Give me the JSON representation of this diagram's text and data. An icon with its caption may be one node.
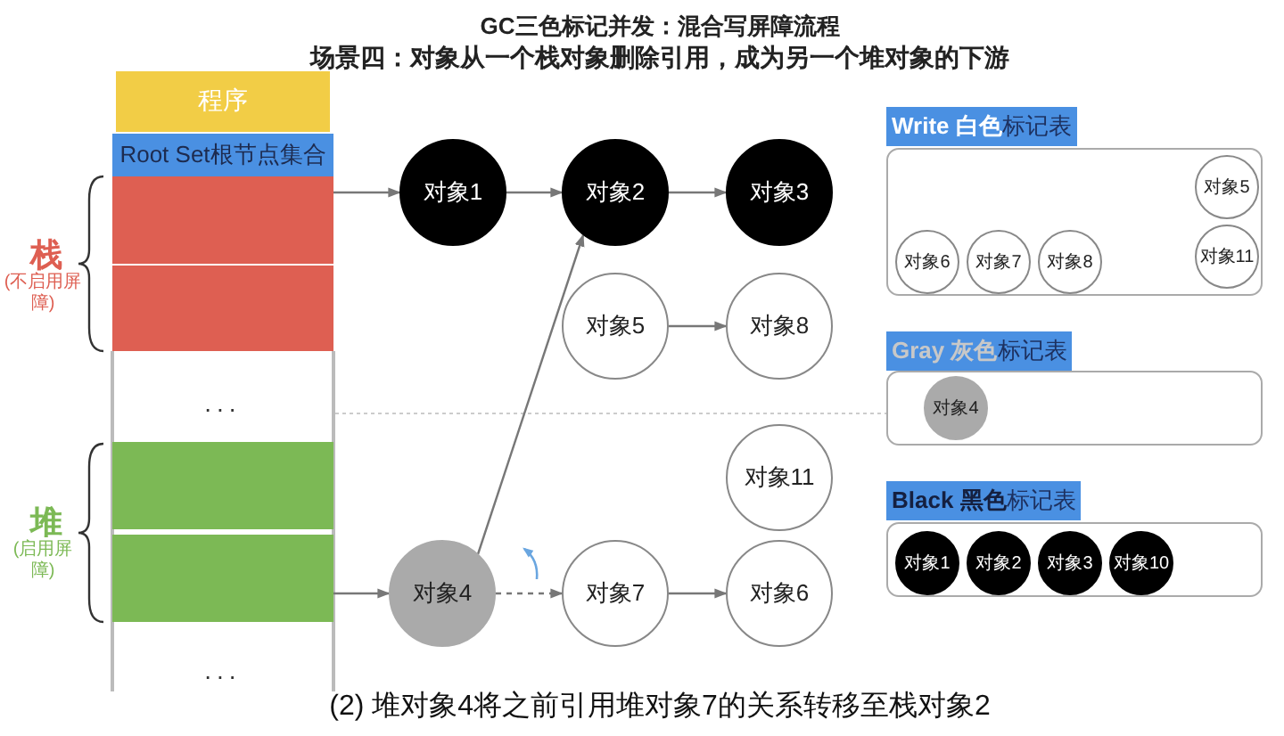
{
  "diagram": {
    "title": "GC三色标记并发：混合写屏障流程",
    "caption": "(2) 堆对象4将之前引用堆对象7的关系转移至栈对象2",
    "nodes": [
      {
        "text": [
          "程序"
        ]
      },
      {
        "text": [
          "Root Set根节点集合"
        ]
      },
      {
        "text": [],
        "shape": "box"
      },
      {
        "text": [],
        "shape": "box"
      },
      {
        "text": [],
        "shape": "box"
      },
      {
        "text": [],
        "shape": "box"
      },
      {
        "text": [
          "对象1"
        ]
      },
      {
        "text": [
          "对象2"
        ]
      },
      {
        "text": [
          "对象3"
        ]
      },
      {
        "text": [
          "对象5"
        ]
      },
      {
        "text": [
          "对象8"
        ]
      },
      {
        "text": [
          "对象11"
        ]
      },
      {
        "text": [
          "对象4"
        ]
      },
      {
        "text": [
          "对象7"
        ]
      },
      {
        "text": [
          "对象6"
        ]
      },
      {
        "text": [
          "**Write 白色**标记表"
        ]
      },
      {
        "text": [],
        "shape": "box"
      },
      {
        "text": [
          "对象5"
        ],
        "in": 16
      },
      {
        "text": [
          "对象6"
        ],
        "in": 16
      },
      {
        "text": [
          "对象7"
        ],
        "in": 16
      },
      {
        "text": [
          "对象8"
        ],
        "in": 16
      },
      {
        "text": [
          "对象11"
        ],
        "in": 16
      },
      {
        "text": [
          "**Gray 灰色**标记表"
        ]
      },
      {
        "text": [],
        "shape": "box"
      },
      {
        "text": [
          "对象4"
        ],
        "in": 23
      },
      {
        "text": [
          "**Black 黑色**标记表"
        ]
      },
      {
        "text": [],
        "shape": "box"
      },
      {
        "text": [
          "对象1"
        ],
        "in": 26
      },
      {
        "text": [
          "对象2"
        ],
        "in": 26
      },
      {
        "text": [
          "对象3"
        ],
        "in": 26
      },
      {
        "text": [
          "对象10"
        ],
        "in": 26
      }
    ],
    "edges": [
      {
        "from": 2,
        "to": 6,
        "arrow": "to"
      },
      {
        "from": 6,
        "to": 7,
        "arrow": "to"
      },
      {
        "from": 7,
        "to": 8,
        "arrow": "to"
      },
      {
        "from": 9,
        "to": 10,
        "arrow": "to"
      },
      {
        "from": 5,
        "to": 12,
        "arrow": "to"
      },
      {
        "from": 12,
        "to": 7,
        "arrow": "to"
      },
      {
        "from": 12,
        "to": 13,
        "arrow": "to",
        "style": "dashed"
      },
      {
        "from": 13,
        "to": 14,
        "arrow": "to"
      }
    ],
    "labels": [
      "场景四：对象从一个栈对象删除引用，成为另一个堆对象的下游",
      "栈",
      "(不启用屏障)",
      "...",
      "堆",
      "(启用屏障)",
      "..."
    ]
  }
}
